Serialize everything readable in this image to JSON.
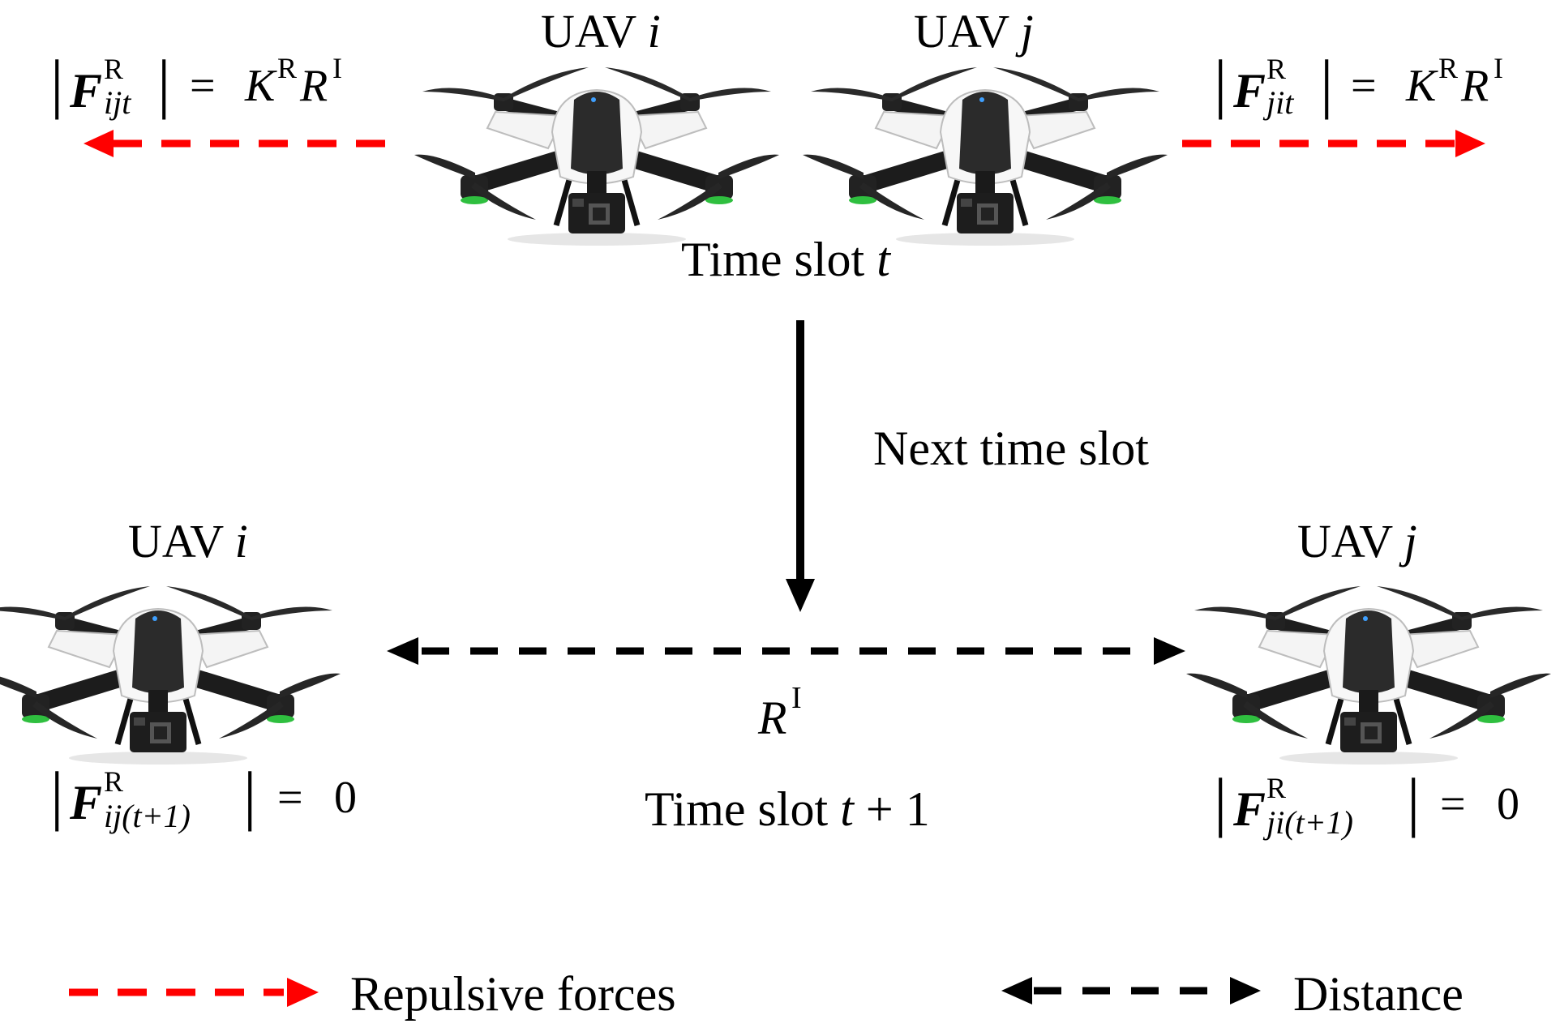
{
  "labels": {
    "uav": "UAV",
    "i": "i",
    "j": "j",
    "time_slot": "Time slot",
    "t": "t",
    "plus_one": "+ 1",
    "next_time_slot": "Next time slot",
    "distance_symbol": "R",
    "distance_sup": "I"
  },
  "formulas": {
    "bar": "|",
    "F": "F",
    "R_sup": "R",
    "sub_ijt": "ijt",
    "sub_jit": "jit",
    "sub_ij_next": "ij(t+1)",
    "sub_ji_next": "ji(t+1)",
    "equals": "=",
    "K": "K",
    "zero": "0"
  },
  "legend": {
    "repulsive": "Repulsive forces",
    "distance": "Distance"
  },
  "colors": {
    "repulsive": "#ff0000",
    "distance": "#000000"
  },
  "icons": [
    "drone-icon"
  ]
}
